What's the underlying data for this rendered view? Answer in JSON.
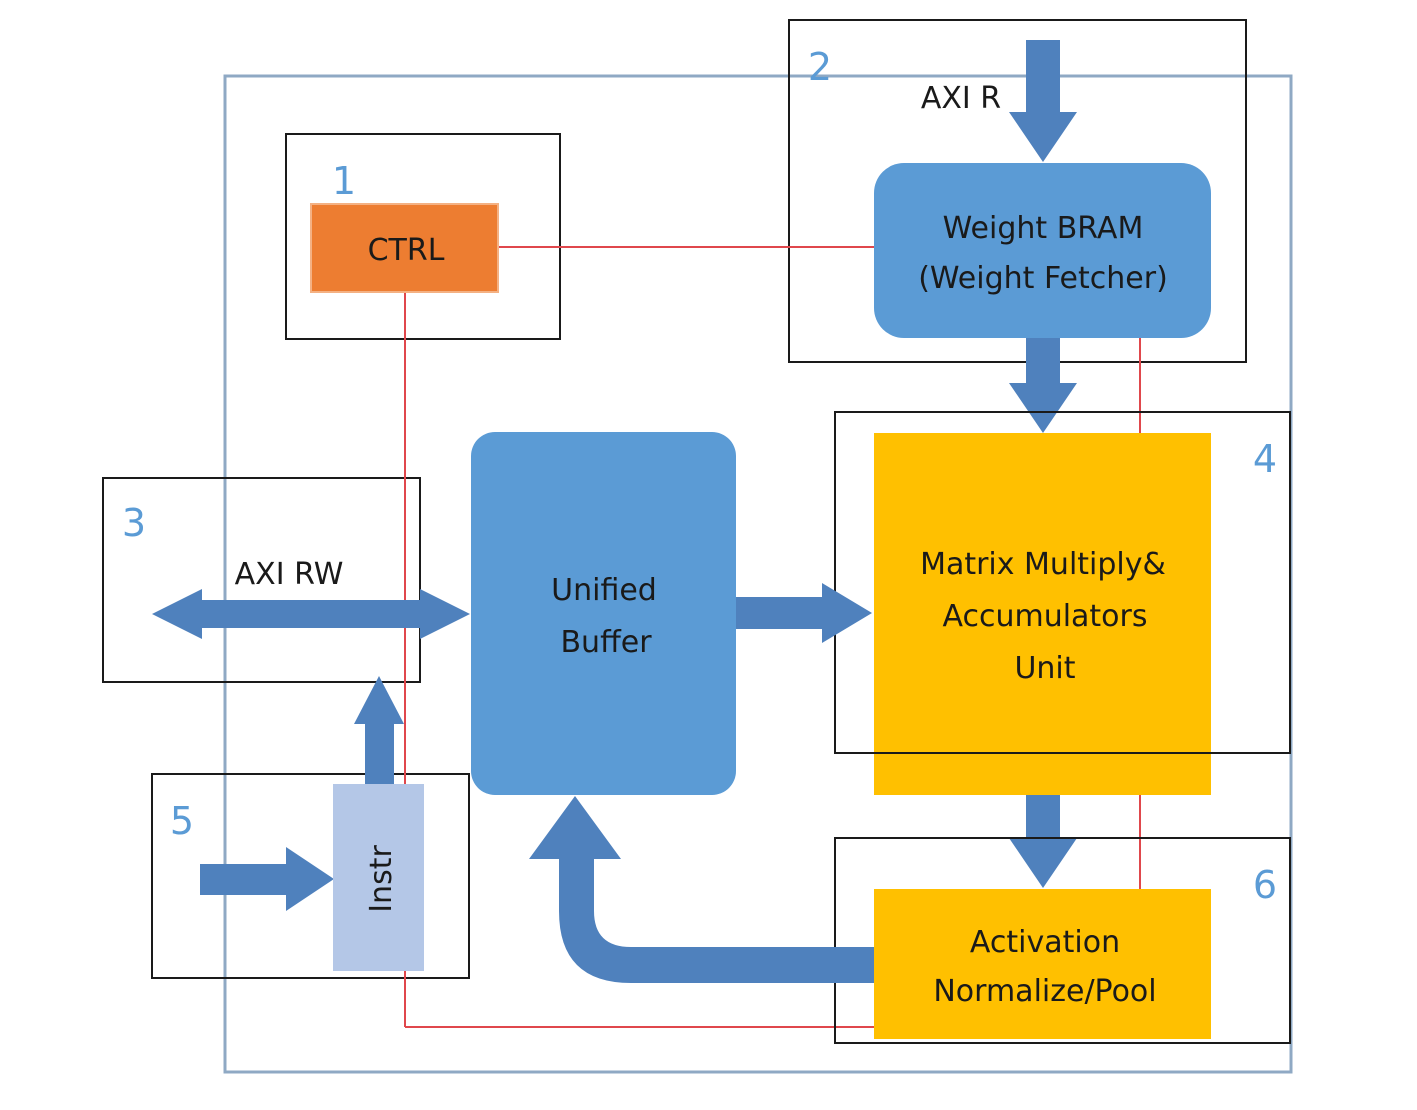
{
  "colors": {
    "outer_border": "#8fa9c4",
    "box_border": "#1a1a1a",
    "control_line": "#e0474c",
    "arrow_blue": "#4f81bd",
    "block_blue": "#5b9bd5",
    "ctrl_orange": "#ed7d31",
    "unit_yellow": "#ffc000",
    "instr_fill": "#b4c7e7",
    "number_blue": "#5b9bd5",
    "text_dark": "#1a1a1a"
  },
  "groups": [
    {
      "number": "1"
    },
    {
      "number": "2"
    },
    {
      "number": "3"
    },
    {
      "number": "4"
    },
    {
      "number": "5"
    },
    {
      "number": "6"
    }
  ],
  "blocks": {
    "ctrl": {
      "label": "CTRL"
    },
    "weight_bram": {
      "line1": "Weight BRAM",
      "line2": "(Weight Fetcher)"
    },
    "unified_buffer": {
      "line1": "Unified",
      "line2": "Buffer"
    },
    "matrix_unit": {
      "line1": "Matrix Multiply&",
      "line2": "Accumulators",
      "line3": "Unit"
    },
    "activation": {
      "line1": "Activation",
      "line2": "Normalize/Pool"
    },
    "instr": {
      "label": "Instr"
    }
  },
  "interfaces": {
    "axi_read": "AXI R",
    "axi_rw": "AXI RW"
  }
}
